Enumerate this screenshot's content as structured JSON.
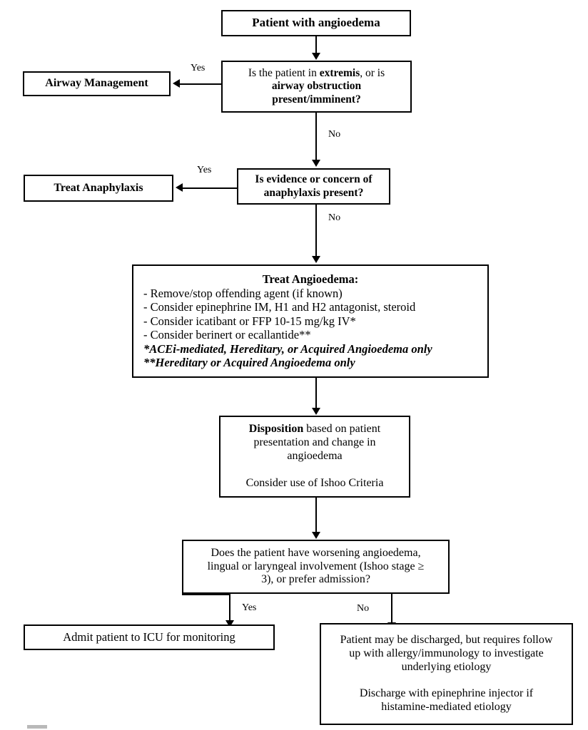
{
  "diagram": {
    "title": "Angioedema Management Algorithm",
    "type": "clinical-flowchart",
    "colors": {
      "stroke": "#000000",
      "background": "#ffffff",
      "text": "#000000",
      "artifact": "#b9b9b9"
    }
  },
  "nodes": {
    "start": {
      "text": "Patient with angioedema"
    },
    "extremis": {
      "line1_a": "Is the patient in ",
      "line1_b": "extremis",
      "line1_c": ", or is",
      "line2": "airway obstruction",
      "line3": "present/imminent?"
    },
    "airway_management": {
      "text": "Airway Management"
    },
    "anaphylaxis": {
      "line1": "Is evidence or concern of",
      "line2": "anaphylaxis present?"
    },
    "treat_anaphylaxis": {
      "text": "Treat Anaphylaxis"
    },
    "treat_angioedema": {
      "heading": "Treat Angioedema:",
      "bullets": [
        "- Remove/stop offending agent (if known)",
        "- Consider epinephrine IM, H1 and H2 antagonist, steroid",
        "- Consider icatibant or FFP 10-15 mg/kg IV*",
        "- Consider berinert or ecallantide**"
      ],
      "footnotes": [
        "*ACEi-mediated, Hereditary, or Acquired Angioedema only",
        "**Hereditary or Acquired Angioedema only"
      ]
    },
    "disposition": {
      "line1_a": "Disposition",
      "line1_b": " based on patient",
      "line2": "presentation and change in",
      "line3": "angioedema",
      "line4": "Consider use of Ishoo Criteria"
    },
    "worsening": {
      "line1": "Does the patient have worsening angioedema,",
      "line2": "lingual or laryngeal involvement (Ishoo stage ≥",
      "line3": "3), or prefer admission?"
    },
    "admit_icu": {
      "text": "Admit patient to ICU for monitoring"
    },
    "discharge": {
      "line1": "Patient may be discharged, but requires follow",
      "line2": "up with allergy/immunology to investigate",
      "line3": "underlying etiology",
      "line4": "Discharge with epinephrine injector if",
      "line5": "histamine-mediated etiology"
    }
  },
  "edges": {
    "extremis_yes": "Yes",
    "extremis_no": "No",
    "anaphylaxis_yes": "Yes",
    "anaphylaxis_no": "No",
    "worsening_yes": "Yes",
    "worsening_no": "No"
  }
}
